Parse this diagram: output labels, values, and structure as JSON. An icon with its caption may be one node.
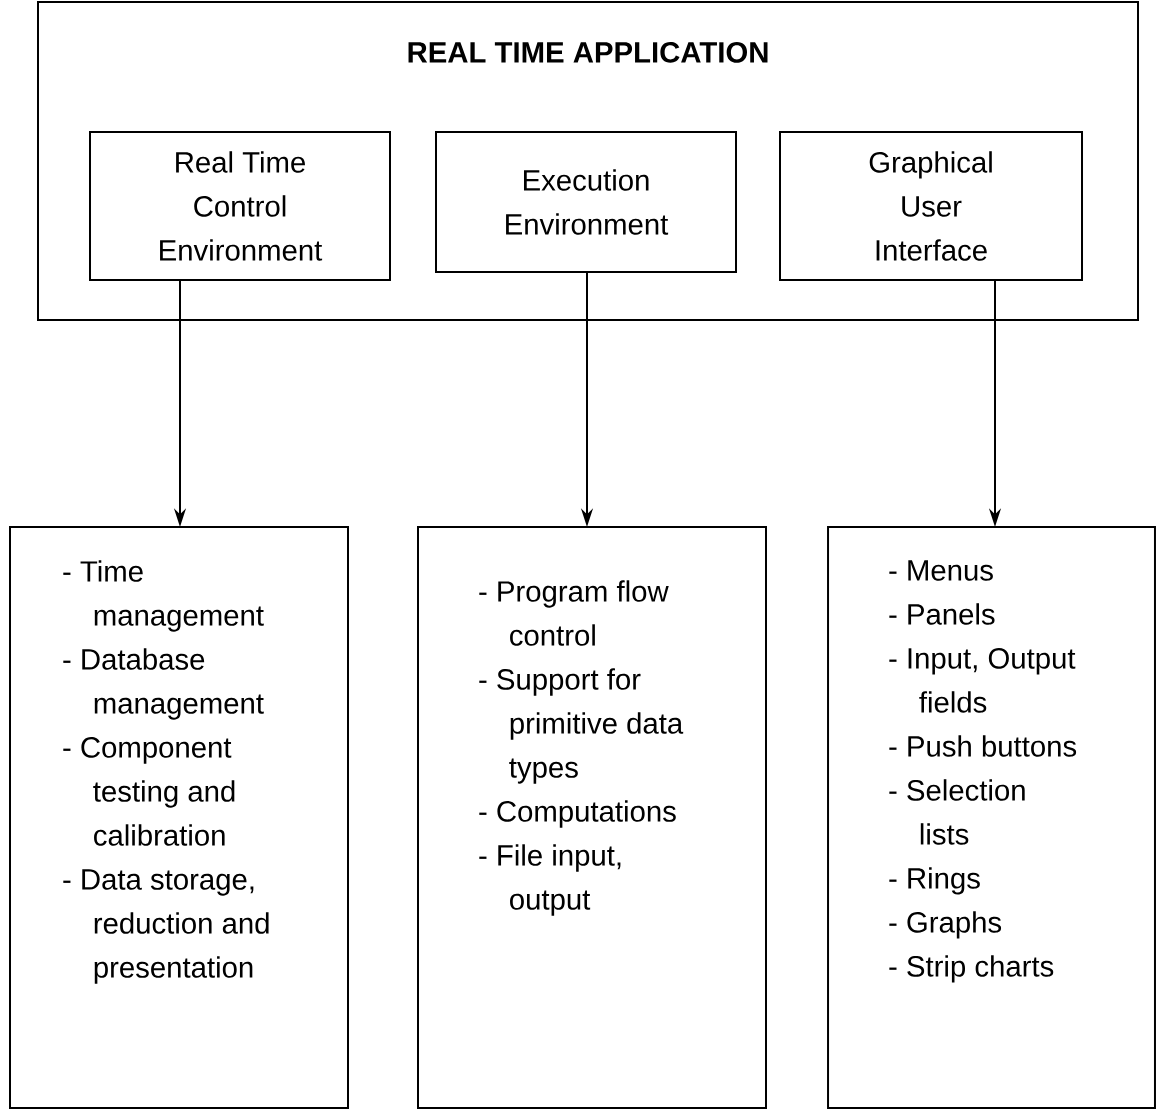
{
  "diagram": {
    "nodes": [
      {
        "text": [
          "REAL TIME APPLICATION"
        ]
      },
      {
        "text": [
          "Real Time Control Environment"
        ],
        "in": 0
      },
      {
        "text": [
          "Execution Environment"
        ],
        "in": 0
      },
      {
        "text": [
          "Graphical User Interface"
        ],
        "in": 0
      },
      {
        "text": [
          "- Time management",
          "- Database management",
          "- Component testing and calibration",
          "- Data storage, reduction and presentation"
        ]
      },
      {
        "text": [
          "- Program flow control",
          "- Support for primitive data types",
          "- Computations",
          "- File input, output"
        ]
      },
      {
        "text": [
          "- Menus",
          "- Panels",
          "- Input, Output fields",
          "- Push buttons",
          "- Selection lists",
          "- Rings",
          "- Graphs",
          "- Strip charts"
        ]
      }
    ],
    "edges": [
      {
        "from": 1,
        "to": 4,
        "arrow": "to"
      },
      {
        "from": 2,
        "to": 5,
        "arrow": "to"
      },
      {
        "from": 3,
        "to": 6,
        "arrow": "to"
      }
    ]
  }
}
